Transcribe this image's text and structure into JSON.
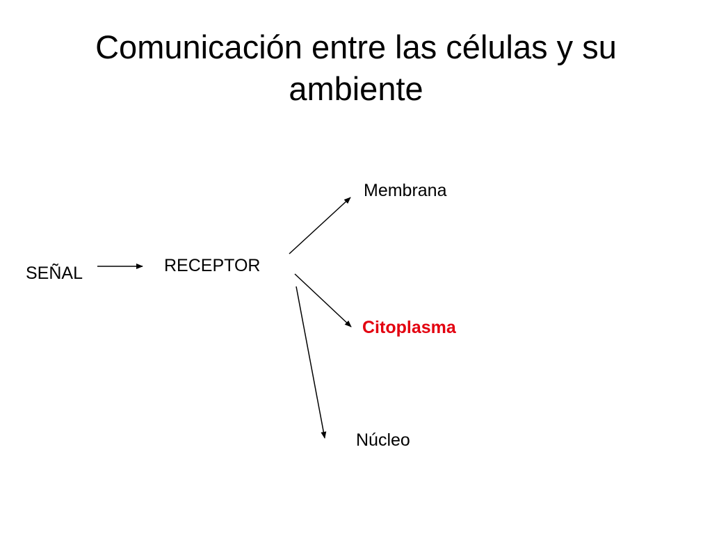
{
  "slide": {
    "title": "Comunicación entre las células y su ambiente"
  },
  "diagram": {
    "source": "SEÑAL",
    "receptor": "RECEPTOR",
    "targets": {
      "membrana": "Membrana",
      "citoplasma": "Citoplasma",
      "nucleo": "Núcleo"
    }
  },
  "colors": {
    "text": "#000000",
    "highlight": "#e3000f",
    "background": "#ffffff"
  }
}
